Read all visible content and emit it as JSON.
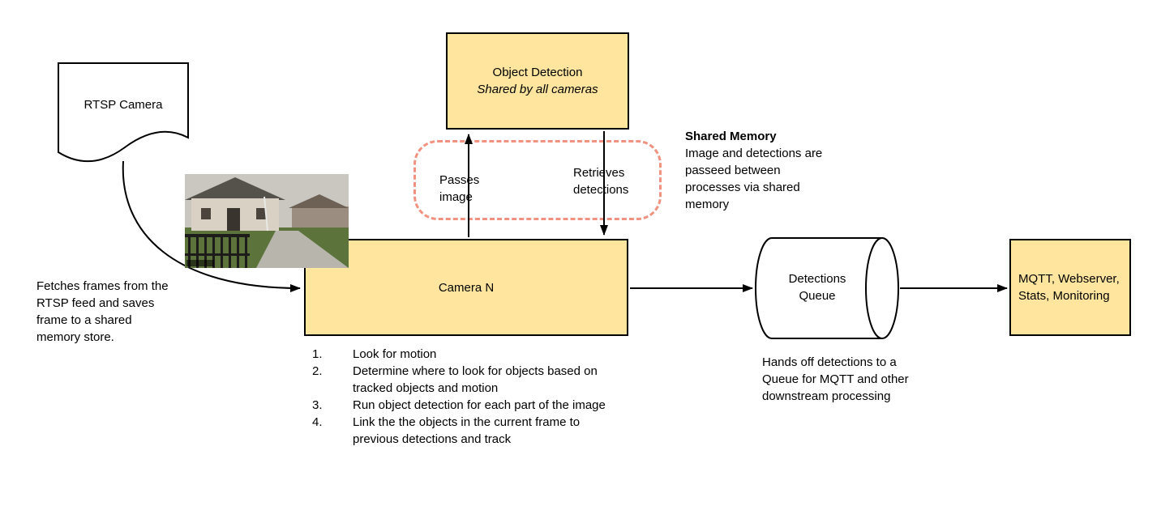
{
  "diagram": {
    "rtsp_camera": {
      "label": "RTSP Camera"
    },
    "object_detection": {
      "title": "Object Detection",
      "subtitle": "Shared by all cameras"
    },
    "camera_n": {
      "label": "Camera N"
    },
    "detections_queue": {
      "label": "Detections Queue"
    },
    "mqtt_box": {
      "label": "MQTT, Webserver, Stats, Monitoring"
    },
    "labels": {
      "passes_image": "Passes image",
      "retrieves_detections": "Retrieves detections",
      "shared_memory_title": "Shared Memory",
      "shared_memory_body": "Image and detections are passeed between processes via shared memory",
      "fetches_note": "Fetches frames from the RTSP feed and saves frame to a shared memory store.",
      "hands_off_note": "Hands off detections to a Queue for MQTT and other downstream processing"
    },
    "camera_steps": [
      {
        "num": "1.",
        "text": "Look for motion"
      },
      {
        "num": "2.",
        "text": "Determine where to look for objects based on tracked objects and motion"
      },
      {
        "num": "3.",
        "text": "Run object detection for each part of the image"
      },
      {
        "num": "4.",
        "text": "Link the the objects in the current frame to previous detections and track"
      }
    ],
    "colors": {
      "node_fill": "#ffe59e",
      "node_border": "#000000",
      "shared_memory_dash": "#f19280",
      "arrow": "#000000"
    }
  }
}
